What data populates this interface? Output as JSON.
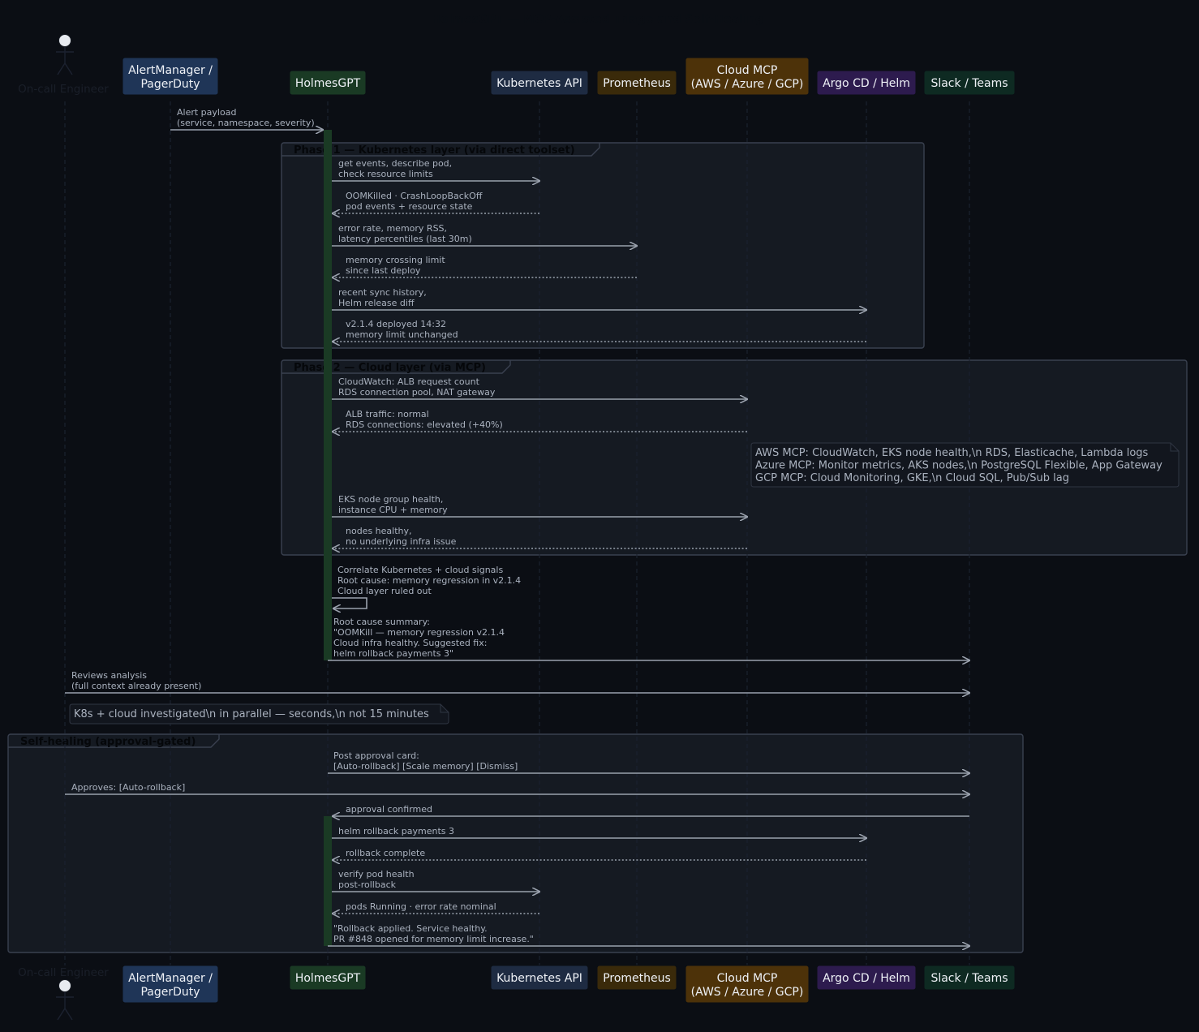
{
  "title": "HolmesGPT — MCP-Assisted Triage and Self-Healing",
  "colors": {
    "background": "#0b0e14",
    "frame_fill": "#151a22",
    "arrow": "#9aa1ad",
    "activation": "#1a3a24"
  },
  "participants": [
    {
      "id": "engineer",
      "lines": [
        "On-call Engineer"
      ],
      "kind": "actor",
      "color": "#e8ebf0"
    },
    {
      "id": "alertmanager",
      "lines": [
        "AlertManager /",
        "PagerDuty"
      ],
      "kind": "box",
      "color": "#1f3557"
    },
    {
      "id": "holmesgpt",
      "lines": [
        "HolmesGPT"
      ],
      "kind": "box",
      "color": "#1a3a24"
    },
    {
      "id": "k8sapi",
      "lines": [
        "Kubernetes API"
      ],
      "kind": "box",
      "color": "#1e2b42"
    },
    {
      "id": "prometheus",
      "lines": [
        "Prometheus"
      ],
      "kind": "box",
      "color": "#3a2a0a"
    },
    {
      "id": "cloudmcp",
      "lines": [
        "Cloud MCP",
        "(AWS / Azure / GCP)"
      ],
      "kind": "box",
      "color": "#4d3209"
    },
    {
      "id": "argocd",
      "lines": [
        "Argo CD / Helm"
      ],
      "kind": "box",
      "color": "#2d1b4e"
    },
    {
      "id": "slack",
      "lines": [
        "Slack / Teams"
      ],
      "kind": "box",
      "color": "#0e2a22"
    }
  ],
  "frames": [
    {
      "id": "phase1",
      "label": "Phase 1 — Kubernetes layer (via direct toolset)"
    },
    {
      "id": "phase2",
      "label": "Phase 2 — Cloud layer (via MCP)"
    },
    {
      "id": "selfheal",
      "label": "Self-healing (approval-gated)"
    }
  ],
  "messages": [
    {
      "id": "m1",
      "from": "alertmanager",
      "to": "holmesgpt",
      "style": "solid",
      "lines": [
        "Alert payload",
        "(service, namespace, severity)"
      ]
    },
    {
      "id": "m2",
      "from": "holmesgpt",
      "to": "k8sapi",
      "style": "solid",
      "lines": [
        "get events, describe pod,",
        "check resource limits"
      ]
    },
    {
      "id": "m3",
      "from": "k8sapi",
      "to": "holmesgpt",
      "style": "dotted",
      "lines": [
        "OOMKilled · CrashLoopBackOff",
        "pod events + resource state"
      ]
    },
    {
      "id": "m4",
      "from": "holmesgpt",
      "to": "prometheus",
      "style": "solid",
      "lines": [
        "error rate, memory RSS,",
        "latency percentiles (last 30m)"
      ]
    },
    {
      "id": "m5",
      "from": "prometheus",
      "to": "holmesgpt",
      "style": "dotted",
      "lines": [
        "memory crossing limit",
        "since last deploy"
      ]
    },
    {
      "id": "m6",
      "from": "holmesgpt",
      "to": "argocd",
      "style": "solid",
      "lines": [
        "recent sync history,",
        "Helm release diff"
      ]
    },
    {
      "id": "m7",
      "from": "argocd",
      "to": "holmesgpt",
      "style": "dotted",
      "lines": [
        "v2.1.4 deployed 14:32",
        "memory limit unchanged"
      ]
    },
    {
      "id": "m8",
      "from": "holmesgpt",
      "to": "cloudmcp",
      "style": "solid",
      "lines": [
        "CloudWatch: ALB request count",
        "RDS connection pool, NAT gateway"
      ]
    },
    {
      "id": "m9",
      "from": "cloudmcp",
      "to": "holmesgpt",
      "style": "dotted",
      "lines": [
        "ALB traffic: normal",
        "RDS connections: elevated (+40%)"
      ]
    },
    {
      "id": "m10",
      "from": "holmesgpt",
      "to": "cloudmcp",
      "style": "solid",
      "lines": [
        "EKS node group health,",
        "instance CPU + memory"
      ]
    },
    {
      "id": "m11",
      "from": "cloudmcp",
      "to": "holmesgpt",
      "style": "dotted",
      "lines": [
        "nodes healthy,",
        "no underlying infra issue"
      ]
    },
    {
      "id": "m12",
      "from": "holmesgpt",
      "to": "holmesgpt",
      "style": "self",
      "lines": [
        "Correlate Kubernetes + cloud signals",
        "Root cause: memory regression in v2.1.4",
        "Cloud layer ruled out"
      ]
    },
    {
      "id": "m13",
      "from": "holmesgpt",
      "to": "slack",
      "style": "solid",
      "lines": [
        "Root cause summary:",
        "\"OOMKill — memory regression v2.1.4",
        "Cloud infra healthy. Suggested fix:",
        "helm rollback payments 3\""
      ]
    },
    {
      "id": "m14",
      "from": "engineer",
      "to": "slack",
      "style": "solid",
      "lines": [
        "Reviews analysis",
        "(full context already present)"
      ]
    },
    {
      "id": "m15",
      "from": "holmesgpt",
      "to": "slack",
      "style": "solid",
      "lines": [
        "Post approval card:",
        "[Auto-rollback] [Scale memory] [Dismiss]"
      ]
    },
    {
      "id": "m16",
      "from": "engineer",
      "to": "slack",
      "style": "solid",
      "lines": [
        "Approves: [Auto-rollback]"
      ]
    },
    {
      "id": "m17",
      "from": "slack",
      "to": "holmesgpt",
      "style": "solid",
      "lines": [
        "approval confirmed"
      ]
    },
    {
      "id": "m18",
      "from": "holmesgpt",
      "to": "argocd",
      "style": "solid",
      "lines": [
        "helm rollback payments 3"
      ]
    },
    {
      "id": "m19",
      "from": "argocd",
      "to": "holmesgpt",
      "style": "dotted",
      "lines": [
        "rollback complete"
      ]
    },
    {
      "id": "m20",
      "from": "holmesgpt",
      "to": "k8sapi",
      "style": "solid",
      "lines": [
        "verify pod health",
        "post-rollback"
      ]
    },
    {
      "id": "m21",
      "from": "k8sapi",
      "to": "holmesgpt",
      "style": "dotted",
      "lines": [
        "pods Running · error rate nominal"
      ]
    },
    {
      "id": "m22",
      "from": "holmesgpt",
      "to": "slack",
      "style": "solid",
      "lines": [
        "\"Rollback applied. Service healthy.",
        "PR #848 opened for memory limit increase.\""
      ]
    }
  ],
  "notes": [
    {
      "id": "cloud-note",
      "lines": [
        "AWS MCP: CloudWatch, EKS node health,\\n  RDS, Elasticache, Lambda logs",
        "Azure MCP: Monitor metrics, AKS nodes,\\n  PostgreSQL Flexible, App Gateway",
        "GCP MCP: Cloud Monitoring, GKE,\\n  Cloud SQL, Pub/Sub lag"
      ]
    },
    {
      "id": "speed-note",
      "lines": [
        "K8s + cloud investigated\\n  in parallel — seconds,\\n  not 15 minutes"
      ]
    }
  ]
}
